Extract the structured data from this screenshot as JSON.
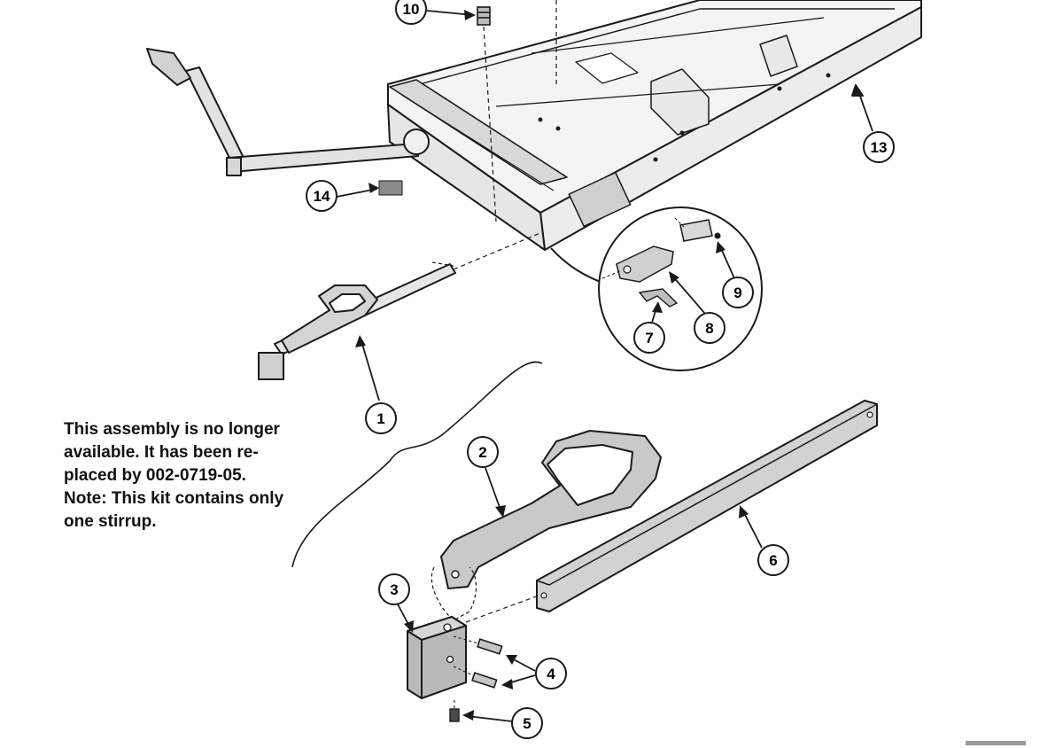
{
  "note": {
    "lines": [
      "This assembly is no longer",
      "available.  It has been re-",
      "placed by 002-0719-05.",
      "Note:  This kit contains only",
      "one stirrup."
    ]
  },
  "callouts": {
    "c1": "1",
    "c2": "2",
    "c3": "3",
    "c4": "4",
    "c5": "5",
    "c6": "6",
    "c7": "7",
    "c8": "8",
    "c9": "9",
    "c10": "10",
    "c13": "13",
    "c14": "14"
  },
  "colors": {
    "line": "#1a1a1a",
    "frame_fill": "#f4f4f4",
    "part_fill": "#c9c9c9",
    "part_dark": "#a8a8a8",
    "label_fill": "#8a8a8a"
  }
}
